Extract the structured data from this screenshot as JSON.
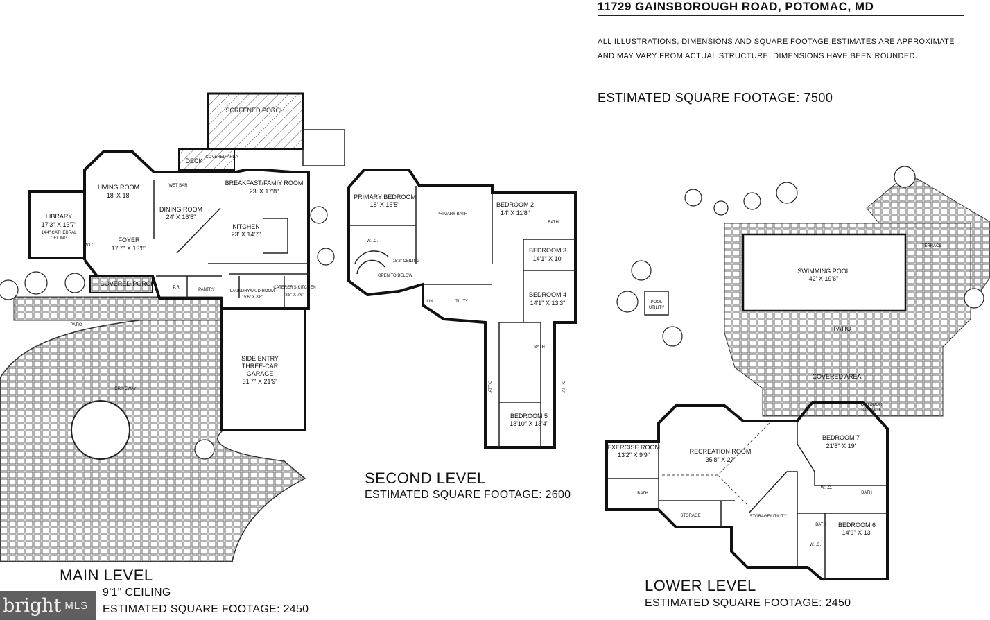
{
  "header": {
    "address": "11729 GAINSBOROUGH ROAD, POTOMAC, MD",
    "disclaimer": "ALL ILLUSTRATIONS, DIMENSIONS AND SQUARE FOOTAGE ESTIMATES ARE APPROXIMATE AND MAY VARY FROM ACTUAL STRUCTURE. DIMENSIONS HAVE BEEN ROUNDED.",
    "total_sqft": "ESTIMATED SQUARE FOOTAGE: 7500"
  },
  "main_level": {
    "title": "MAIN LEVEL",
    "ceiling": "9'1\" CEILING",
    "sqft": "ESTIMATED SQUARE FOOTAGE: 2450",
    "rooms": {
      "screened_porch": "SCREENED PORCH",
      "deck": "DECK",
      "covered_area": "COVERED AREA",
      "living_room": "LIVING ROOM",
      "living_room_dim": "18' X 18'",
      "wet_bar": "WET BAR",
      "breakfast": "BREAKFAST/FAMIY ROOM",
      "breakfast_dim": "23' X 17'8\"",
      "library": "LIBRARY",
      "library_dim": "17'3\" X 13'7\"",
      "library_note1": "14'4\" CATHEDRAL",
      "library_note2": "CEILING",
      "dining_room": "DINING ROOM",
      "dining_room_dim": "24' X 16'5\"",
      "kitchen": "KITCHEN",
      "kitchen_dim": "23' X 14'7\"",
      "foyer": "FOYER",
      "foyer_dim": "17'7\" X 13'8\"",
      "wic": "W.I.C.",
      "covered_porch": "COVERED PORCH",
      "pr": "P.R.",
      "pantry": "PANTRY",
      "laundry": "LAUNDRY/MUD ROOM",
      "laundry_dim": "15'6\" X 8'8\"",
      "caterers": "CATERER'S KITCHEN",
      "caterers_dim": "8'8\" X 7'6\"",
      "patio": "PATIO",
      "driveway": "DRIVEWAY",
      "garage1": "SIDE ENTRY",
      "garage2": "THREE-CAR",
      "garage3": "GARAGE",
      "garage_dim": "31'7\" X 21'9\""
    }
  },
  "second_level": {
    "title": "SECOND LEVEL",
    "sqft": "ESTIMATED SQUARE FOOTAGE: 2600",
    "rooms": {
      "primary_bedroom": "PRIMARY BEDROOM",
      "primary_bedroom_dim": "18' X 15'5\"",
      "primary_bath": "PRIMARY BATH",
      "wic": "W.I.C.",
      "bedroom2": "BEDROOM 2",
      "bedroom2_dim": "14' X 11'8\"",
      "bath": "BATH",
      "bedroom3": "BEDROOM 3",
      "bedroom3_dim": "14'1\" X 10'",
      "ceiling": "15'2\" CEILING",
      "open_below": "OPEN TO BELOW",
      "lin": "LIN",
      "utility": "UTILITY",
      "bedroom4": "BEDROOM 4",
      "bedroom4_dim": "14'1\" X 13'3\"",
      "attic": "ATTIC",
      "bedroom5": "BEDROOM 5",
      "bedroom5_dim": "13'10\" X 13'4\""
    }
  },
  "lower_level": {
    "title": "LOWER LEVEL",
    "sqft": "ESTIMATED SQUARE FOOTAGE: 2450",
    "rooms": {
      "pool": "SWIMMING POOL",
      "pool_dim": "42' X 19'6\"",
      "terrace": "TERRACE",
      "pool_utility1": "POOL",
      "pool_utility2": "UTILITY",
      "patio": "PATIO",
      "covered_area": "COVERED AREA",
      "outdoor_storage1": "OUTDOOR",
      "outdoor_storage2": "STORAGE",
      "exercise": "EXERCISE ROOM",
      "exercise_dim": "13'2\" X 9'9\"",
      "recreation": "RECREATION ROOM",
      "recreation_dim": "35'8\" X 27'",
      "bedroom7": "BEDROOM 7",
      "bedroom7_dim": "21'8\" X 19'",
      "bath": "BATH",
      "storage": "STORAGE",
      "storage_utility": "STORAGE/UTILITY",
      "wic": "W.I.C.",
      "bedroom6": "BEDROOM 6",
      "bedroom6_dim": "14'9\" X 13'"
    }
  },
  "watermark": {
    "brand": "bright",
    "suffix": "MLS"
  }
}
